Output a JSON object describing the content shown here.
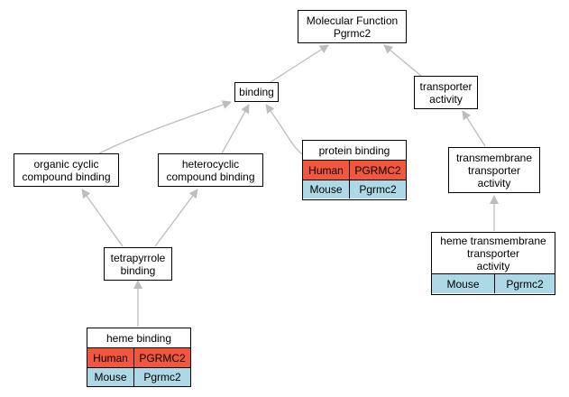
{
  "title": "",
  "colors": {
    "human": "#f2573d",
    "mouse": "#add8e6",
    "edge": "#bdbdbd",
    "node_border": "#000000"
  },
  "nodes": {
    "molecular_function": [
      "Molecular Function",
      "Pgrmc2"
    ],
    "binding": [
      "binding"
    ],
    "transporter_activity": [
      "transporter",
      "activity"
    ],
    "organic_cyclic": [
      "organic cyclic",
      "compound binding"
    ],
    "heterocyclic": [
      "heterocyclic",
      "compound binding"
    ],
    "transmembrane_transporter": [
      "transmembrane",
      "transporter",
      "activity"
    ],
    "tetrapyrrole": [
      "tetrapyrrole",
      "binding"
    ],
    "protein_binding": {
      "title": "protein binding",
      "rows": [
        [
          "Human",
          "PGRMC2"
        ],
        [
          "Mouse",
          "Pgrmc2"
        ]
      ]
    },
    "heme_transmembrane": {
      "title": [
        "heme transmembrane",
        "transporter",
        "activity"
      ],
      "rows": [
        [
          "Mouse",
          "Pgrmc2"
        ]
      ]
    },
    "heme_binding": {
      "title": "heme binding",
      "rows": [
        [
          "Human",
          "PGRMC2"
        ],
        [
          "Mouse",
          "Pgrmc2"
        ]
      ]
    }
  },
  "edges": [
    [
      "binding",
      "molecular_function"
    ],
    [
      "transporter_activity",
      "molecular_function"
    ],
    [
      "organic_cyclic",
      "binding"
    ],
    [
      "heterocyclic",
      "binding"
    ],
    [
      "protein_binding",
      "binding"
    ],
    [
      "transmembrane_transporter",
      "transporter_activity"
    ],
    [
      "heme_transmembrane",
      "transmembrane_transporter"
    ],
    [
      "tetrapyrrole",
      "organic_cyclic"
    ],
    [
      "tetrapyrrole",
      "heterocyclic"
    ],
    [
      "heme_binding",
      "tetrapyrrole"
    ]
  ]
}
